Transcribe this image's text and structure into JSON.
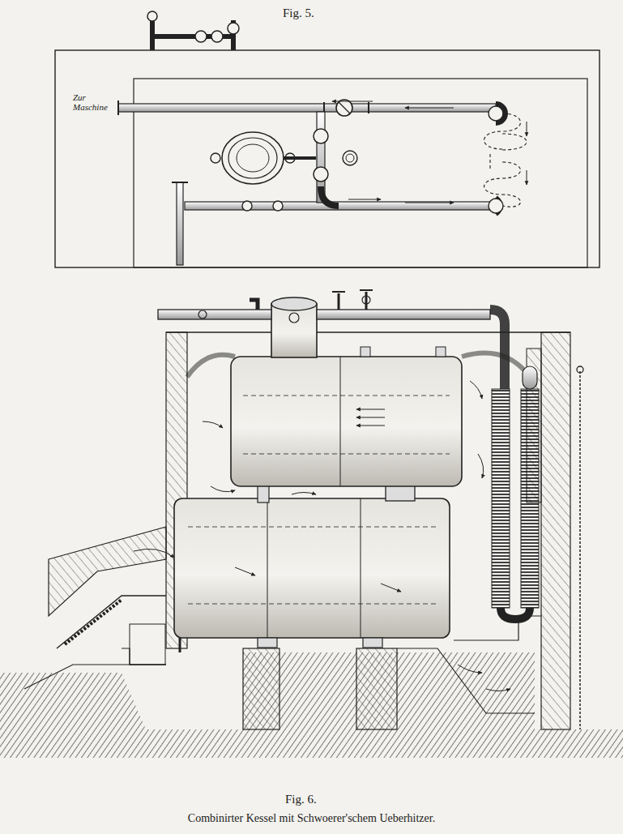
{
  "diagram": {
    "caption": "Combinirter Kessel mit Schwoerer'schem Ueberhitzer.",
    "labels": [
      "Fig. 5.",
      "Zur Maschine",
      "Fig. 6."
    ]
  }
}
